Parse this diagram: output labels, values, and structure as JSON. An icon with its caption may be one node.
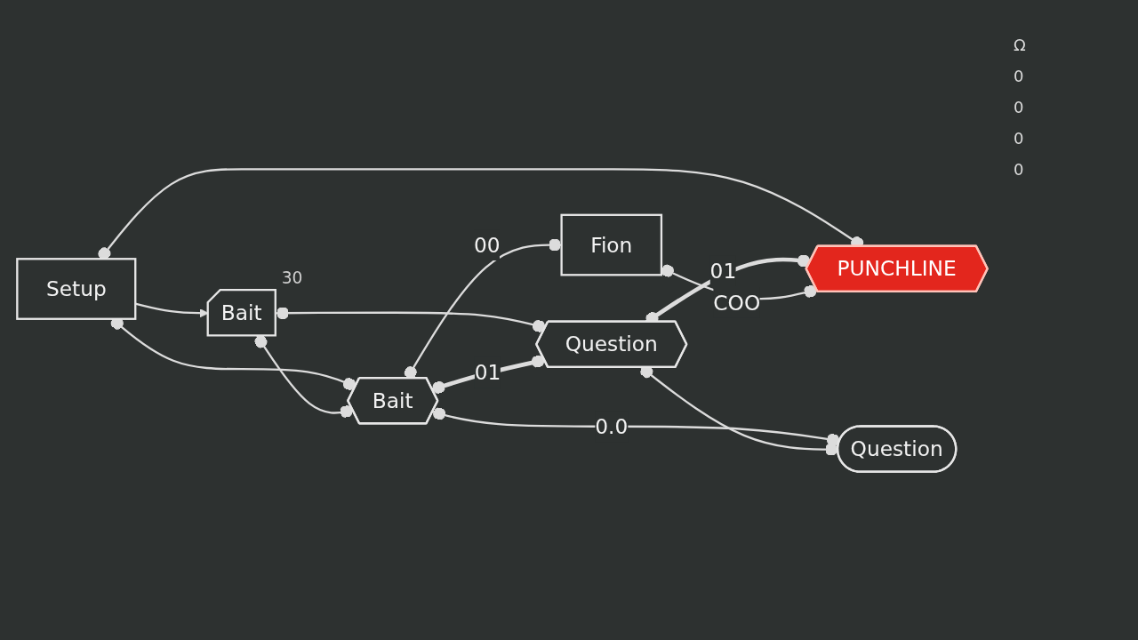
{
  "diagram": {
    "nodes": [
      {
        "text": [
          "Setup"
        ]
      },
      {
        "text": [
          "Bait"
        ],
        "beside": [
          "30"
        ]
      },
      {
        "text": [
          "Bait"
        ]
      },
      {
        "text": [
          "Question"
        ]
      },
      {
        "text": [
          "PUNCHLINE"
        ]
      },
      {
        "text": [
          "Question"
        ]
      },
      {
        "text": [
          "Fion"
        ]
      }
    ],
    "edges": [
      {
        "from": 0,
        "to": 1,
        "arrow": "to"
      },
      {
        "from": 0,
        "to": 4,
        "arrow": "other"
      },
      {
        "from": 0,
        "to": 2,
        "arrow": "other"
      },
      {
        "from": 1,
        "to": 2,
        "arrow": "other"
      },
      {
        "from": 1,
        "to": 3,
        "arrow": "other"
      },
      {
        "from": 2,
        "to": 3,
        "arrow": "other",
        "label": "01",
        "style": "thick"
      },
      {
        "from": 3,
        "to": 4,
        "arrow": "other",
        "label": "01",
        "style": "thick"
      },
      {
        "from": 2,
        "to": 5,
        "arrow": "other",
        "label": "0.0"
      },
      {
        "from": 3,
        "to": 5,
        "arrow": "other"
      },
      {
        "from": 2,
        "to": 6,
        "arrow": "other",
        "label": "00"
      },
      {
        "from": 6,
        "to": 4,
        "arrow": "other",
        "label": "COO"
      }
    ],
    "labels": [
      "Ω",
      "0",
      "0",
      "0",
      "0"
    ]
  }
}
